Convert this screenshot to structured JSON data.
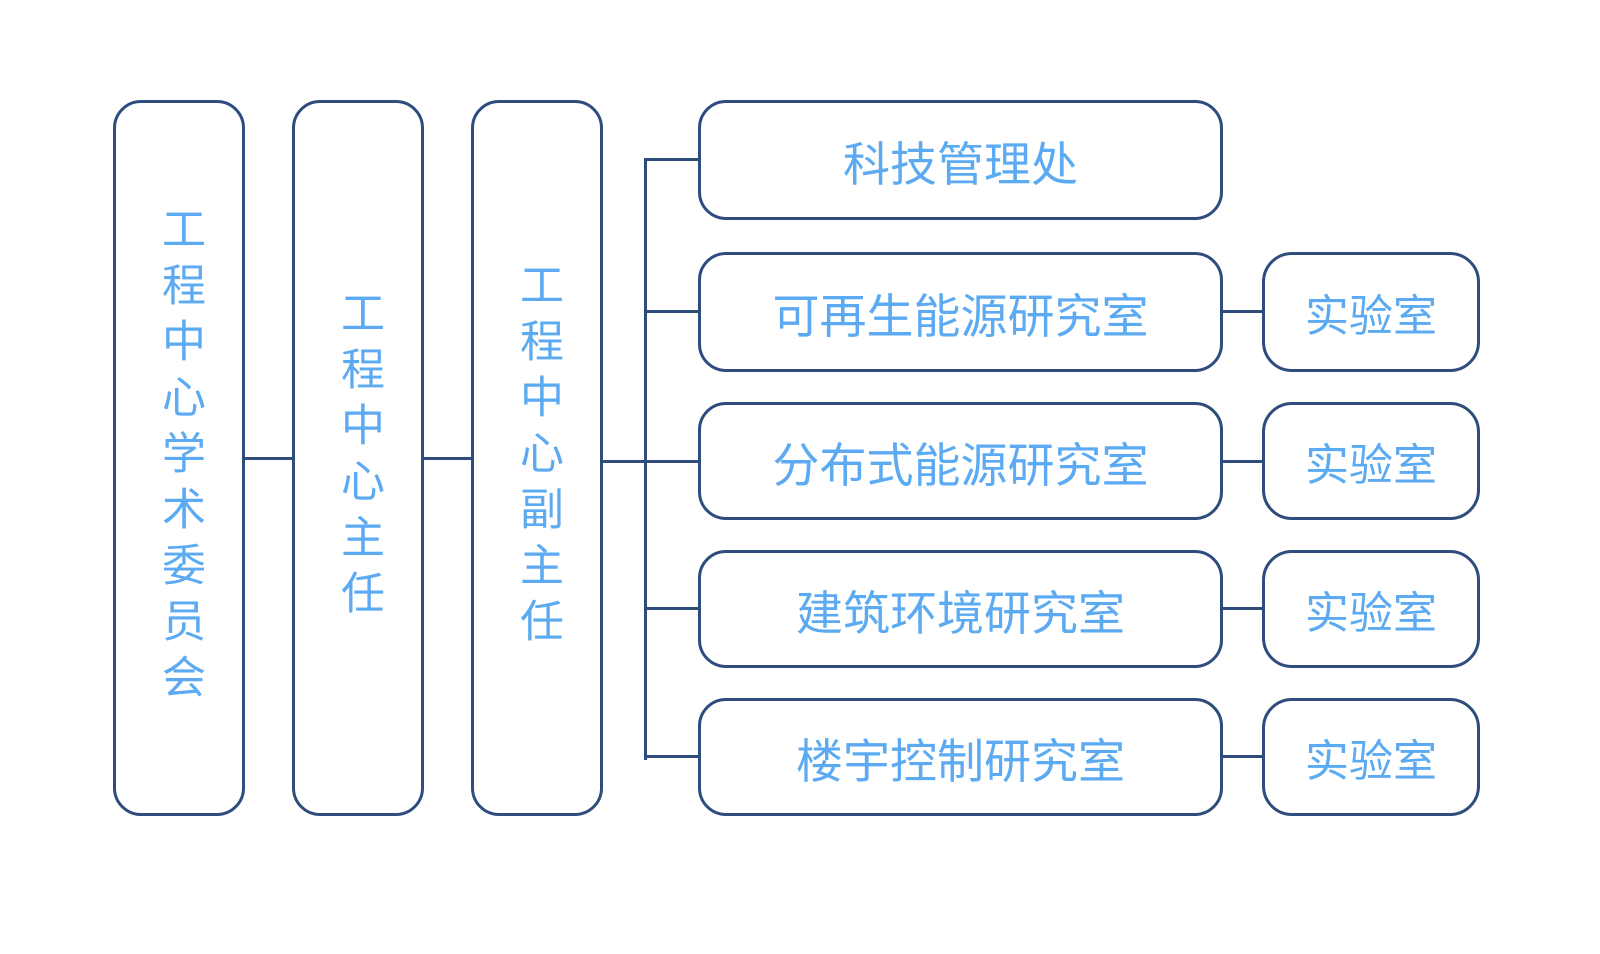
{
  "diagram": {
    "type": "org-chart",
    "colors": {
      "box_border": "#2e4d7c",
      "text": "#5caaf2",
      "connector": "#2e4d7c",
      "background": "#ffffff"
    },
    "governance_chain": [
      {
        "id": "academic-committee",
        "label": "工程中心学术委员会"
      },
      {
        "id": "center-director",
        "label": "工程中心主任"
      },
      {
        "id": "deputy-director",
        "label": "工程中心副主任"
      }
    ],
    "departments": [
      {
        "id": "sci-tech-management-office",
        "label": "科技管理处"
      },
      {
        "id": "renewable-energy-lab",
        "label": "可再生能源研究室",
        "lab": "实验室"
      },
      {
        "id": "distributed-energy-lab",
        "label": "分布式能源研究室",
        "lab": "实验室"
      },
      {
        "id": "building-environment-lab",
        "label": "建筑环境研究室",
        "lab": "实验室"
      },
      {
        "id": "building-control-lab",
        "label": "楼宇控制研究室",
        "lab": "实验室"
      }
    ]
  }
}
